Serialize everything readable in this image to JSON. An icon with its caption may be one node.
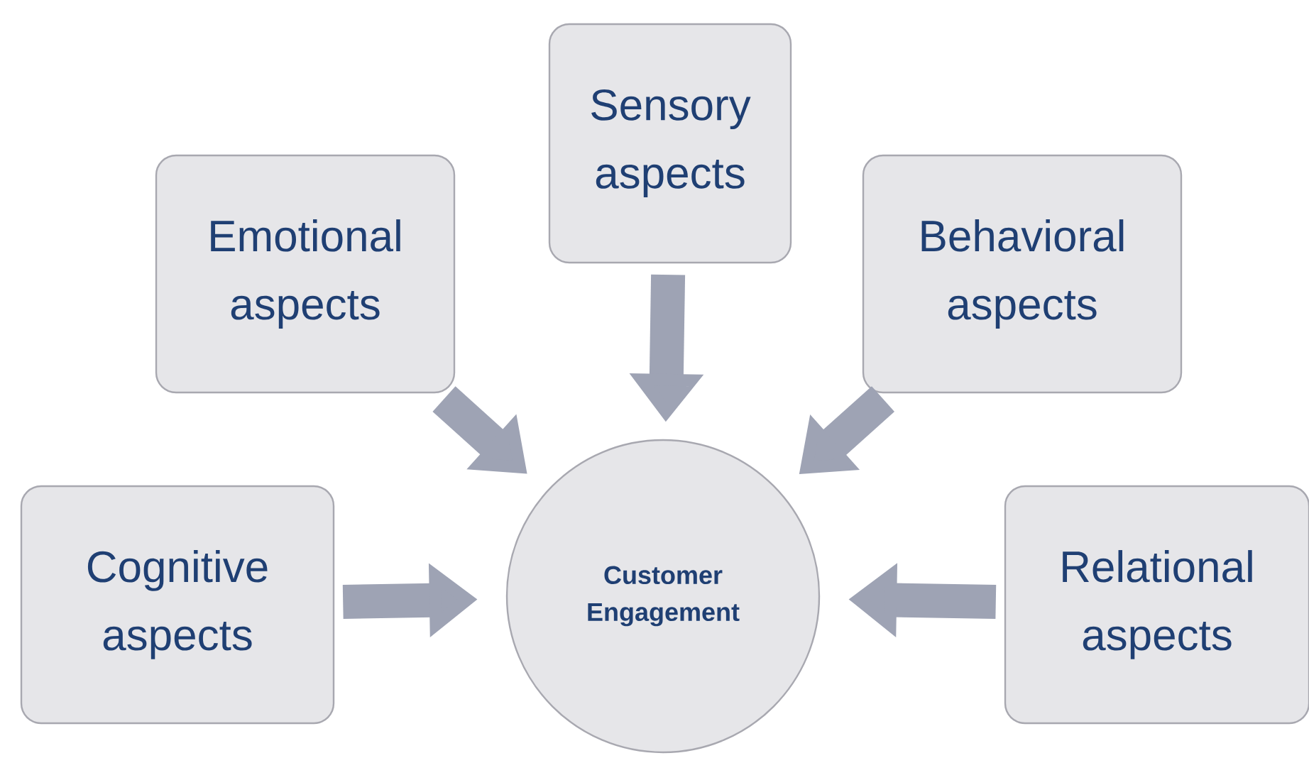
{
  "diagram": {
    "nodes": [
      {
        "text": [
          "Sensory aspects"
        ]
      },
      {
        "text": [
          "Emotional aspects"
        ]
      },
      {
        "text": [
          "Behavioral aspects"
        ]
      },
      {
        "text": [
          "Cognitive aspects"
        ]
      },
      {
        "text": [
          "Customer Engagement"
        ]
      },
      {
        "text": [
          "Relational aspects"
        ]
      }
    ],
    "edges": [
      {
        "from": 0,
        "to": 4,
        "arrow": "to"
      },
      {
        "from": 1,
        "to": 4,
        "arrow": "to"
      },
      {
        "from": 2,
        "to": 4,
        "arrow": "to"
      },
      {
        "from": 3,
        "to": 4,
        "arrow": "to"
      },
      {
        "from": 5,
        "to": 4,
        "arrow": "to"
      }
    ]
  }
}
